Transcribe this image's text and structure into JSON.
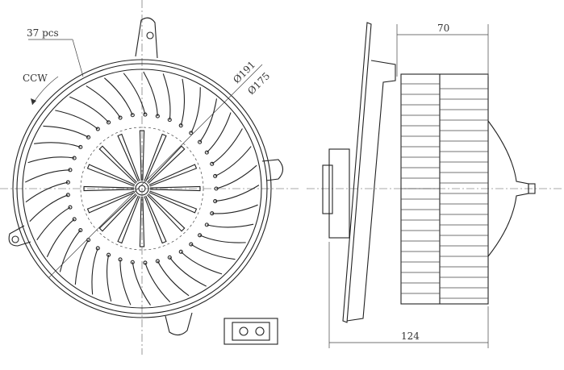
{
  "labels": {
    "blade_count": "37 pcs",
    "rotation": "CCW",
    "outer_diameter": "Ø191",
    "inner_diameter": "Ø175",
    "wheel_width": "70",
    "overall_depth": "124"
  },
  "blade_count": 37,
  "hub_spokes": 16
}
